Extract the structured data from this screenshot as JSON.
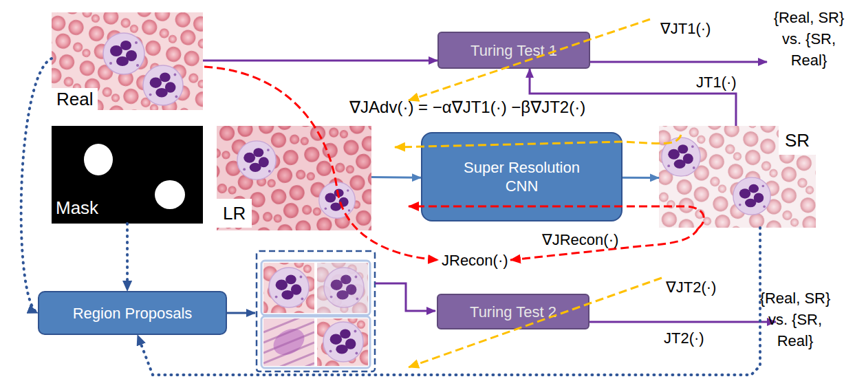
{
  "diagram": {
    "nodes": [
      {
        "text": [
          "Real"
        ]
      },
      {
        "text": [
          "Turing Test 1"
        ]
      },
      {
        "text": [
          "Mask"
        ]
      },
      {
        "text": [
          "LR"
        ]
      },
      {
        "text": [
          "Super Resolution CNN"
        ]
      },
      {
        "text": [
          "SR"
        ]
      },
      {
        "text": [
          "Region Proposals"
        ]
      },
      {
        "text": [
          "Turing Test 2"
        ]
      }
    ],
    "edges": [
      {
        "from": 0,
        "to": 1,
        "arrow": "to"
      },
      {
        "from": 5,
        "to": 1,
        "arrow": "to"
      },
      {
        "from": 3,
        "to": 4,
        "arrow": "to"
      },
      {
        "from": 4,
        "to": 5,
        "arrow": "to"
      },
      {
        "from": 2,
        "to": 6,
        "arrow": "to"
      },
      {
        "from": 0,
        "to": 6,
        "arrow": "to"
      },
      {
        "from": 5,
        "to": 6,
        "arrow": "to"
      }
    ],
    "labels": [
      "∇JT1(·)",
      "{Real, SR} vs. {SR, Real}",
      "JT1(·)",
      "∇JAdv(·) = −α∇JT1(·) −β∇JT2(·)",
      "∇JRecon(·)",
      "JRecon(·)",
      "∇JT2(·)",
      "{Real, SR} vs. {SR, Real}",
      "JT2(·)"
    ]
  }
}
